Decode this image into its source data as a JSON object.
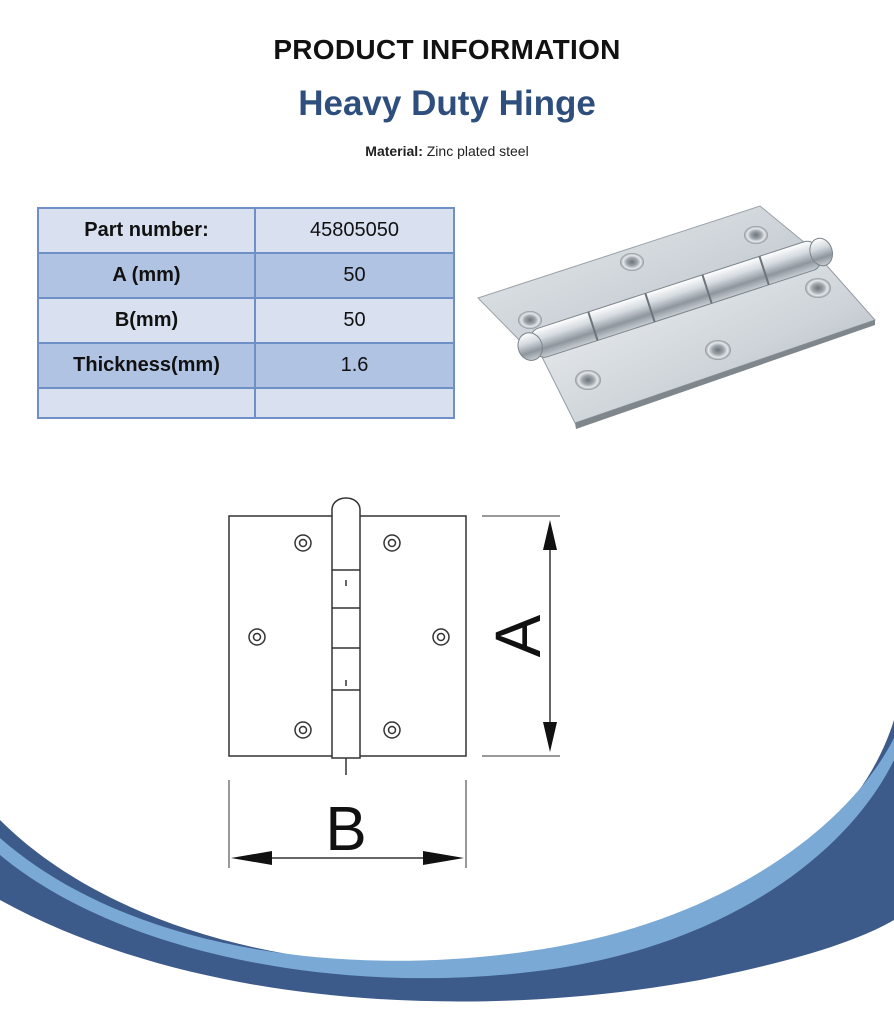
{
  "header": {
    "heading": "PRODUCT INFORMATION",
    "product_name": "Heavy Duty Hinge",
    "material_label": "Material:",
    "material_value": "Zinc plated steel"
  },
  "specs": [
    {
      "label": "Part number:",
      "value": "45805050"
    },
    {
      "label": "A (mm)",
      "value": "50"
    },
    {
      "label": "B(mm)",
      "value": "50"
    },
    {
      "label": "Thickness(mm)",
      "value": "1.6"
    },
    {
      "label": "",
      "value": ""
    }
  ],
  "drawing": {
    "dimension_a": "A",
    "dimension_b": "B"
  },
  "colors": {
    "title": "#2e4f7e",
    "table_border": "#6f8fc7",
    "table_row_light": "#d9e1f1",
    "table_row_dark": "#b1c3e2",
    "wave_dark": "#3c5a8a",
    "wave_light": "#7aa9d6"
  }
}
